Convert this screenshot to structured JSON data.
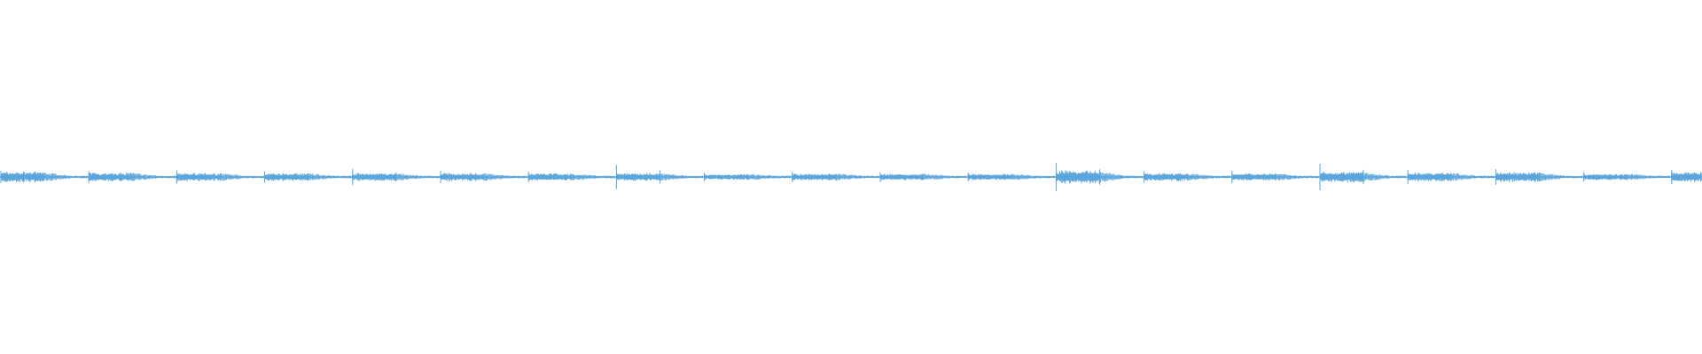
{
  "waveform": {
    "color": "#5aa4dc",
    "bursts": [
      {
        "amp": 0.32,
        "level": 0.3
      },
      {
        "amp": 0.3,
        "level": 0.24
      },
      {
        "amp": 0.34,
        "level": 0.22
      },
      {
        "amp": 0.3,
        "level": 0.22
      },
      {
        "amp": 0.42,
        "level": 0.22
      },
      {
        "amp": 0.32,
        "level": 0.22
      },
      {
        "amp": 0.28,
        "level": 0.2
      },
      {
        "amp": 0.62,
        "level": 0.22
      },
      {
        "amp": 0.22,
        "level": 0.16
      },
      {
        "amp": 0.26,
        "level": 0.2
      },
      {
        "amp": 0.26,
        "level": 0.18
      },
      {
        "amp": 0.22,
        "level": 0.18
      },
      {
        "amp": 0.72,
        "level": 0.36
      },
      {
        "amp": 0.3,
        "level": 0.22
      },
      {
        "amp": 0.32,
        "level": 0.2
      },
      {
        "amp": 0.68,
        "level": 0.3
      },
      {
        "amp": 0.36,
        "level": 0.24
      },
      {
        "amp": 0.4,
        "level": 0.28
      },
      {
        "amp": 0.24,
        "level": 0.18
      },
      {
        "amp": 0.36,
        "level": 0.28
      }
    ],
    "baseline_level": 0.07
  }
}
